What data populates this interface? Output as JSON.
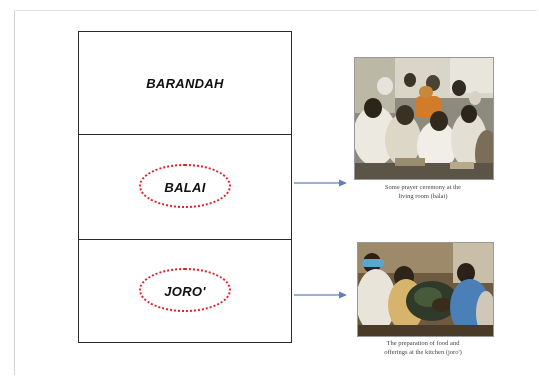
{
  "zones": {
    "top": {
      "label": "BARANDAH"
    },
    "middle": {
      "label": "BALAI"
    },
    "bottom": {
      "label": "JORO'"
    }
  },
  "photos": {
    "ceremony": {
      "caption_line1": "Some prayer ceremony at the",
      "caption_line2": "living room (balai)"
    },
    "kitchen": {
      "caption_line1": "The preparation of food and",
      "caption_line2": "offerings at the kitchen (joro')"
    }
  },
  "colors": {
    "ellipse": "#e0202a",
    "arrow": "#5b7fc2",
    "border": "#2a2a2a"
  }
}
